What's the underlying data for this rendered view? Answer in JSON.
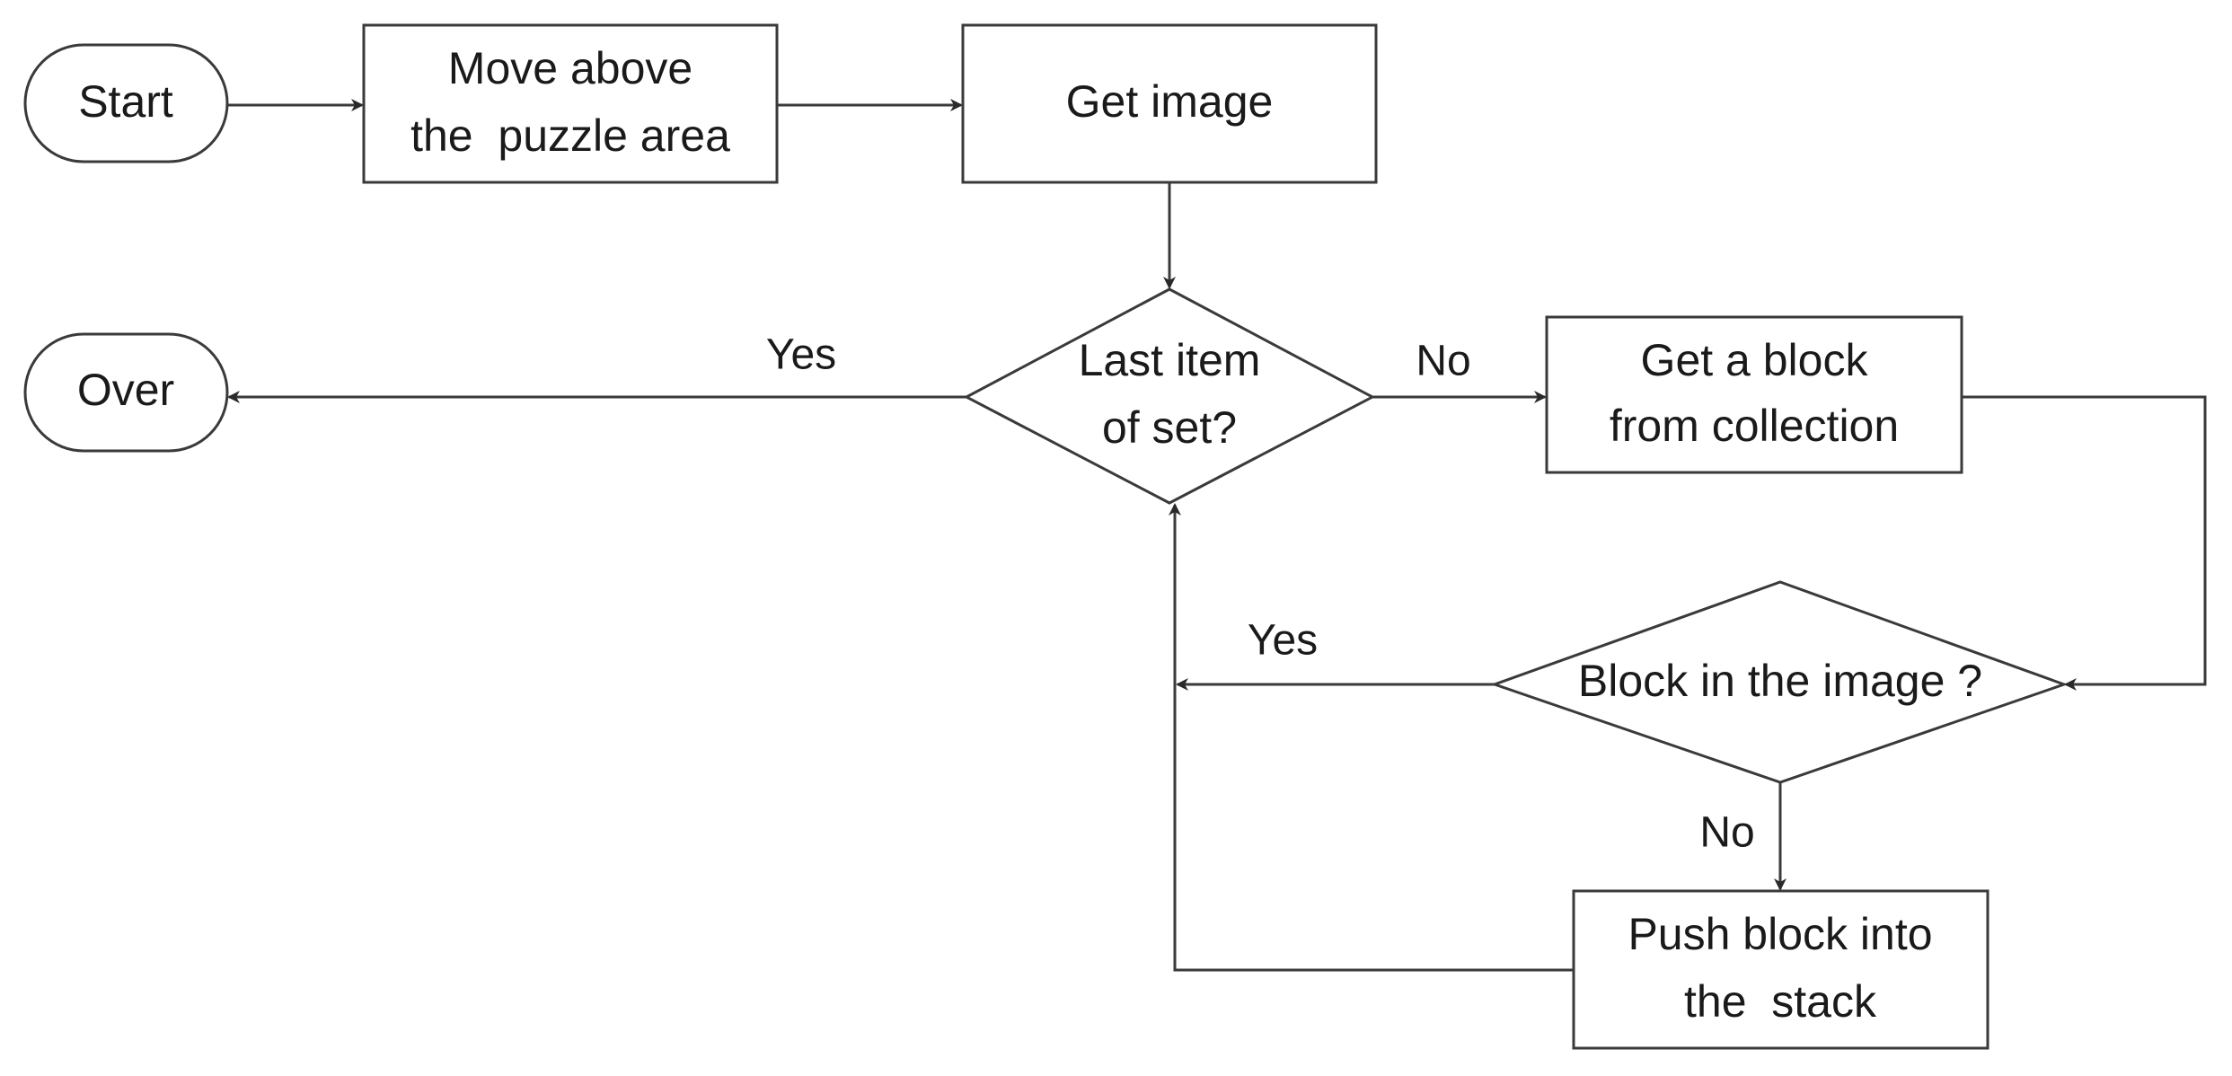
{
  "nodes": {
    "start": {
      "text": "Start"
    },
    "move_above": {
      "line1": "Move above",
      "line2": "the  puzzle area"
    },
    "get_image": {
      "text": "Get image"
    },
    "last_item": {
      "line1": "Last item",
      "line2": "of set?"
    },
    "over": {
      "text": "Over"
    },
    "get_block": {
      "line1": "Get a block",
      "line2": "from collection"
    },
    "block_in_image": {
      "text": "Block in the image ?"
    },
    "push_block": {
      "line1": "Push block into",
      "line2": "the  stack"
    }
  },
  "edge_labels": {
    "last_yes": "Yes",
    "last_no": "No",
    "block_yes": "Yes",
    "block_no": "No"
  },
  "colors": {
    "stroke": "#3a3a3a",
    "text": "#1a1a1a",
    "background": "#ffffff"
  }
}
